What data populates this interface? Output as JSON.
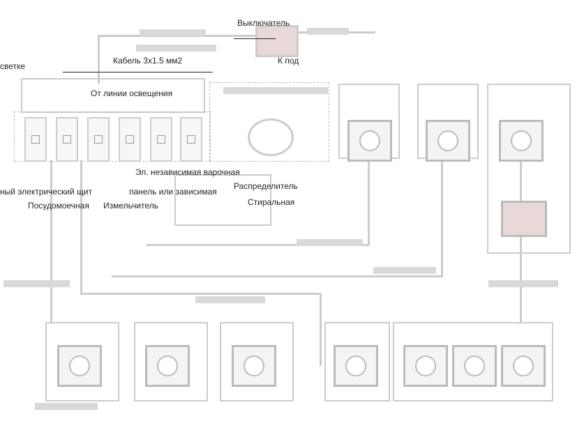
{
  "labels": {
    "switch": "Выключатель",
    "cable": "Кабель 3х1.5 мм2",
    "to_lighting": "К под",
    "backlight": "светке",
    "from_light_line": "От линии освещения",
    "hob_1": "Эл. независимая варочная",
    "hob_2": "панель или зависимая",
    "distributor": "Распределитель",
    "washer": "Стиральная",
    "panel": "ный электрический щит",
    "dishwasher": "Посудомоечная",
    "grinder": "Измельчитель"
  },
  "colors": {
    "switch_fill": "#e8d8d8",
    "line": "#cccccc"
  }
}
